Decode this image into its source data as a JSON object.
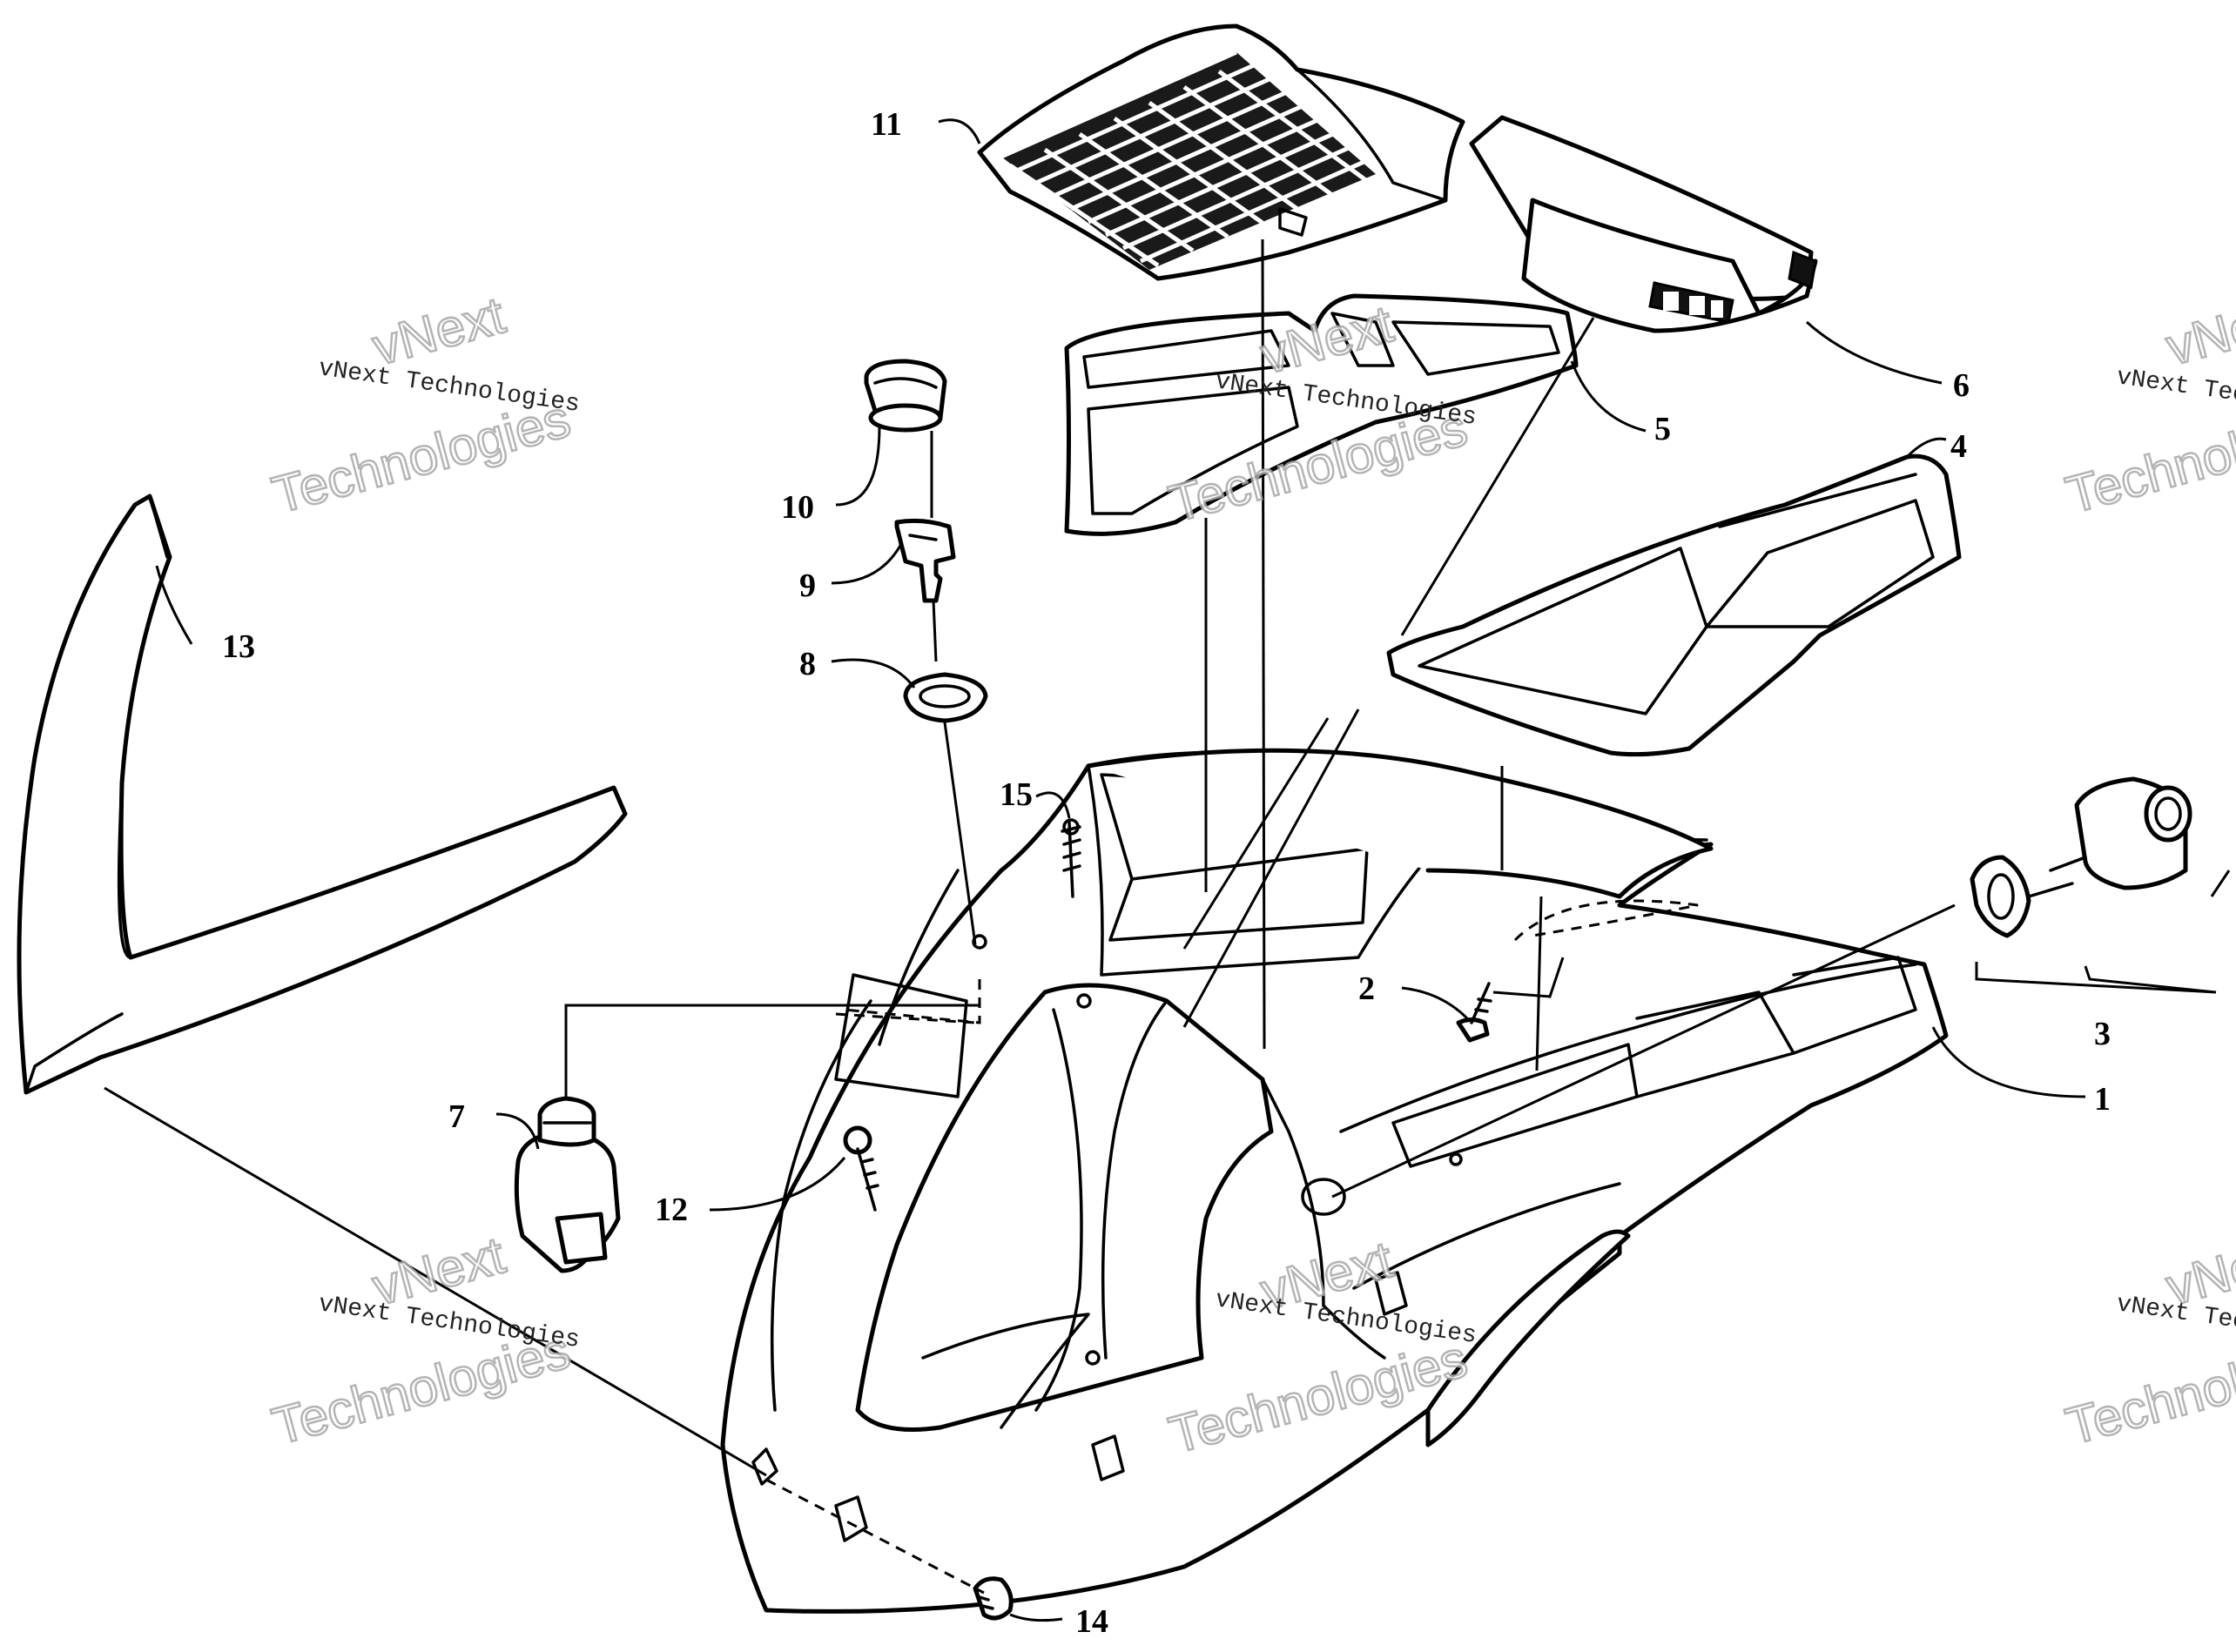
{
  "callouts": {
    "c1": "1",
    "c2": "2",
    "c3": "3",
    "c4": "4",
    "c5": "5",
    "c6": "6",
    "c7": "7",
    "c8": "8",
    "c9": "9",
    "c10": "10",
    "c11": "11",
    "c12": "12",
    "c13": "13",
    "c14": "14",
    "c15": "15"
  },
  "watermark": {
    "company": "vNext Technologies",
    "line1": "vNext",
    "line2": "Technologies"
  }
}
